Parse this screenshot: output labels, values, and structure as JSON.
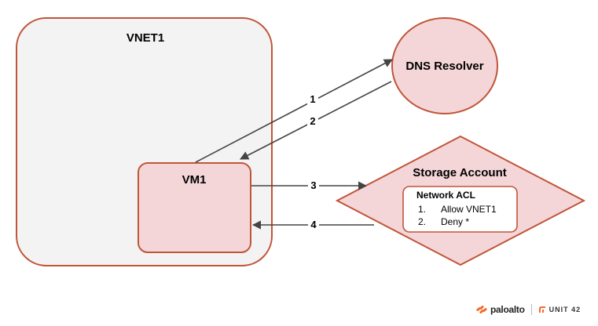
{
  "nodes": {
    "vnet": "VNET1",
    "vm": "VM1",
    "dns": "DNS Resolver",
    "storage": "Storage Account"
  },
  "acl": {
    "title": "Network ACL",
    "rules": [
      {
        "num": "1.",
        "text": "Allow VNET1"
      },
      {
        "num": "2.",
        "text": "Deny *"
      }
    ]
  },
  "arrows": [
    "1",
    "2",
    "3",
    "4"
  ],
  "logo": {
    "brand": "paloalto",
    "unit": "UNIT 42"
  },
  "colors": {
    "fill": "#f4d6d8",
    "stroke": "#c05539",
    "container_fill": "#f3f3f3",
    "line": "#444444"
  }
}
